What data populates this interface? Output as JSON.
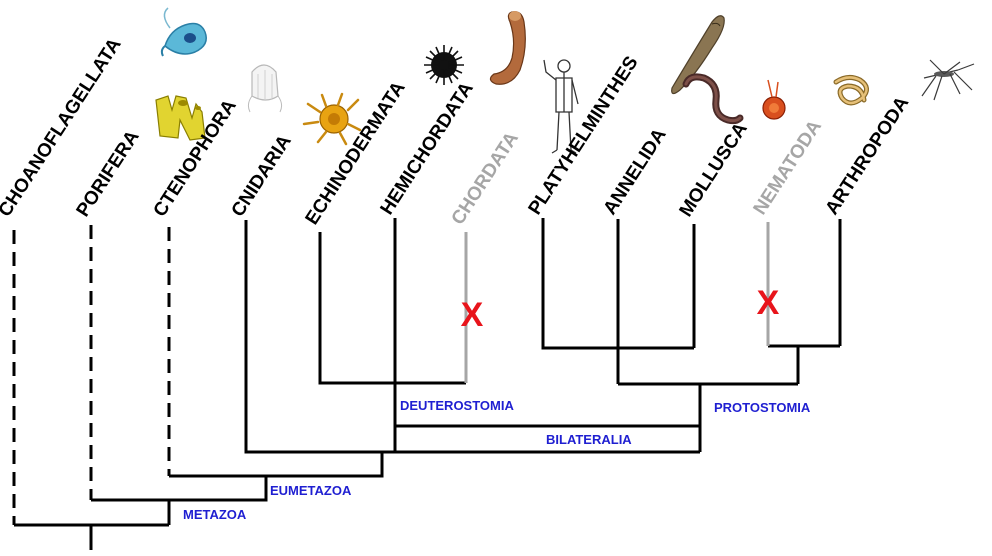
{
  "taxa": [
    {
      "label": "CHOANOFLAGELLATA",
      "status": "present"
    },
    {
      "label": "PORIFERA",
      "status": "present"
    },
    {
      "label": "CTENOPHORA",
      "status": "present"
    },
    {
      "label": "CNIDARIA",
      "status": "present"
    },
    {
      "label": "ECHINODERMATA",
      "status": "present"
    },
    {
      "label": "HEMICHORDATA",
      "status": "present"
    },
    {
      "label": "CHORDATA",
      "status": "absent"
    },
    {
      "label": "PLATYHELMINTHES",
      "status": "present"
    },
    {
      "label": "ANNELIDA",
      "status": "present"
    },
    {
      "label": "MOLLUSCA",
      "status": "present"
    },
    {
      "label": "NEMATODA",
      "status": "absent"
    },
    {
      "label": "ARTHROPODA",
      "status": "present"
    }
  ],
  "clades": {
    "metazoa": "METAZOA",
    "eumetazoa": "EUMETAZOA",
    "bilateralia": "BILATERALIA",
    "deuterostomia": "DEUTEROSTOMIA",
    "protostomia": "PROTOSTOMIA"
  },
  "absence_mark": "X",
  "colors": {
    "branch": "#000000",
    "absent_branch": "#a6a6a6",
    "absent_label": "#a6a6a6",
    "clade_label": "#1f1fd1",
    "absence_mark": "#e8141b"
  },
  "icons": [
    "choanoflagellate-icon",
    "sponge-icon",
    "comb-jelly-icon",
    "coral-polyp-icon",
    "sea-urchin-icon",
    "acorn-worm-icon",
    "human-icon",
    "flatworm-icon",
    "earthworm-icon",
    "snail-icon",
    "roundworm-icon",
    "mosquito-icon"
  ]
}
